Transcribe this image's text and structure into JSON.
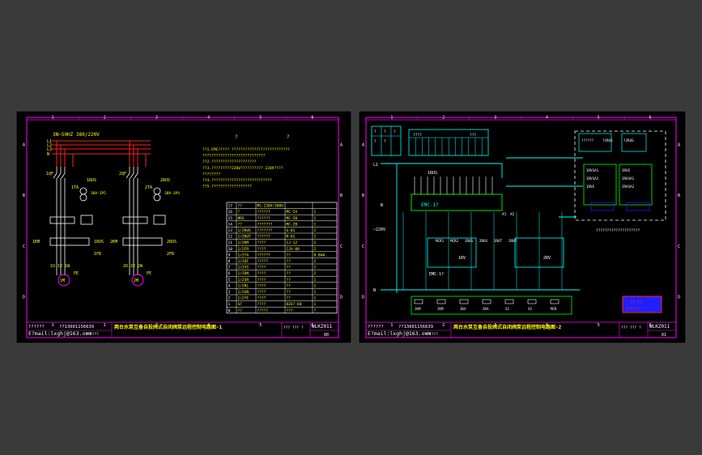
{
  "colors": {
    "background": "#3a3a3a",
    "sheet": "#000000",
    "border": "#ff00ff",
    "red": "#ff2020",
    "yellow": "#ffff00",
    "cyan": "#00ffff",
    "white": "#ffffff",
    "green": "#00ff00",
    "blue": "#2020ff"
  },
  "grid_labels": {
    "columns": [
      "1",
      "2",
      "3",
      "4",
      "5",
      "6"
    ],
    "rows": [
      "A",
      "B",
      "C",
      "D"
    ]
  },
  "sheet1": {
    "supply": "3N~50HZ 380/220V",
    "buses": [
      "L1",
      "L2",
      "L3",
      "N"
    ],
    "breakers": [
      "1QF",
      "2QF"
    ],
    "sensors": [
      "1RUS",
      "2RUS"
    ],
    "current_transformers": [
      "1TA",
      "2TA"
    ],
    "ct_ratios": [
      "30V-1P5",
      "30V-3P4"
    ],
    "contactors": [
      "1KM",
      "2KM"
    ],
    "relays": [
      "1RUS",
      "2RUS"
    ],
    "thermal": [
      "1FR",
      "2FR"
    ],
    "motor_terminals": [
      "1U 1V 1W",
      "2U 2V 2W"
    ],
    "pe_labels": [
      "PE",
      "PE"
    ],
    "motors": [
      "1M",
      "2M"
    ],
    "question_marks": [
      "?",
      "?"
    ],
    "notes": [
      "??1.EMC????? ??????????????????????????",
      "????????????????????????????",
      "??2.????????????????????",
      "??3.?????????220V?????????? 220V????",
      "????????",
      "??4.???????????????????????????",
      "??5.??????????????????"
    ],
    "parts_table": {
      "header": [
        "17",
        "??",
        "MC-220V/380V",
        "",
        ""
      ],
      "rows": [
        [
          "16",
          "?",
          "??????",
          "MC-5A",
          "1"
        ],
        [
          "15",
          "MRS",
          "??????",
          "MC-5B",
          "1"
        ],
        [
          "14",
          "??",
          "???????",
          "MC-2B",
          "1"
        ],
        [
          "13",
          "1/2RUS",
          "???????",
          "G-01",
          "2"
        ],
        [
          "12",
          "1/2RUT",
          "??????",
          "M-01",
          "2"
        ],
        [
          "11",
          "1/2KM",
          "????",
          "CJ-12",
          "2"
        ],
        [
          "10",
          "1/2FR",
          "????",
          "CJX-09",
          "2"
        ],
        [
          "9",
          "1/2TA",
          "??????",
          "??",
          "0.8kW"
        ],
        [
          "8",
          "1/2QF",
          "?????",
          "??",
          "2"
        ],
        [
          "7",
          "1/2SS",
          "????",
          "??",
          "2"
        ],
        [
          "6",
          "1/2ON",
          "????",
          "??",
          "2"
        ],
        [
          "5",
          "1/2SR",
          "????",
          "??",
          "1"
        ],
        [
          "4",
          "1/2RL",
          "????",
          "??",
          "1"
        ],
        [
          "3",
          "1/2GN",
          "????",
          "??",
          "1"
        ],
        [
          "2",
          "1/2YE",
          "????",
          "??",
          "1"
        ],
        [
          "1",
          "SF",
          "????",
          "DZ47-60",
          "1"
        ],
        [
          "0",
          "??",
          "?????",
          "???",
          "?"
        ]
      ]
    },
    "title_block": {
      "designer": "??????",
      "phone": "??13601156639",
      "email": "E?mail:lxghj@163.com",
      "misc": "???????",
      "title": "两台水泵互备自投阀式自闭阀泵远程控制电路图-1",
      "code_boxes": [
        "???",
        "???",
        "?"
      ],
      "model": "WLKZ011",
      "page": "80"
    }
  },
  "sheet2": {
    "rails": [
      "L1",
      "N",
      "~220V",
      "N"
    ],
    "terminal_header": [
      "?",
      "?",
      "?",
      "?",
      "?"
    ],
    "relay_header": [
      "????",
      "???"
    ],
    "emc": [
      "EMC-1?",
      "EMC-1?"
    ],
    "rs_module": [
      "1RUS",
      "X1",
      "X2"
    ],
    "module_labels": [
      "1RVSA1",
      "1RVSA2",
      "1RVE",
      "2RVE",
      "2RVSA1",
      "2RVSA2"
    ],
    "controllers": [
      "1RV",
      "2RV"
    ],
    "relay_tags": [
      "MCR1",
      "MCR2",
      "1RUS",
      "2RUS",
      "1RUT",
      "2RUT"
    ],
    "panel_boxes": [
      "??????",
      "?1RUS",
      "?2RUS"
    ],
    "dashed_note": "????????????????????",
    "coils": [
      "1KM",
      "2KM",
      "1KA",
      "2KA",
      "X1",
      "X2",
      "MCR"
    ],
    "logo_lines": [
      "?? ??",
      "????????"
    ],
    "title_block": {
      "designer": "??????",
      "phone": "??13601156639",
      "email": "E?mail:lxghj@163.com",
      "misc": "???????",
      "title": "两台水泵互备自投阀式自闭阀泵远程控制电路图-2",
      "code_boxes": [
        "???",
        "???",
        "?"
      ],
      "model": "WLKZ011",
      "page": "81"
    }
  }
}
